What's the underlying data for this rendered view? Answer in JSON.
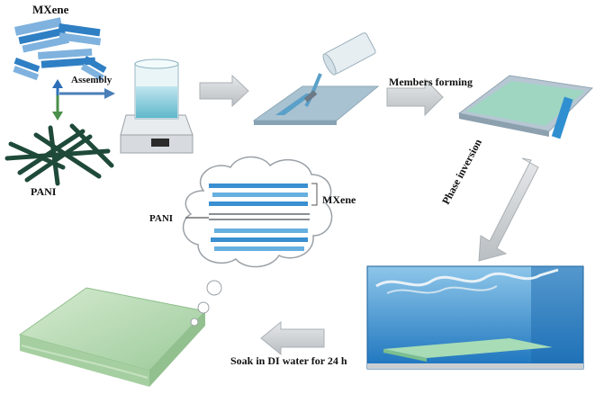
{
  "labels": {
    "mxene_top": "MXene",
    "assembly": "Assembly",
    "pani_left": "PANI",
    "members_forming": "Members forming",
    "phase_inversion": "Phase inversion",
    "mxene_cloud": "MXene",
    "pani_cloud": "PANI",
    "soak": "Soak in DI water for 24 h"
  },
  "colors": {
    "mxene_blue": "#2f7fc4",
    "pani_green": "#1f4a3a",
    "membrane_green": "#b9d9b0",
    "water_blue": "#2a8fd0",
    "arrow_gray": "#cfd3d6"
  }
}
